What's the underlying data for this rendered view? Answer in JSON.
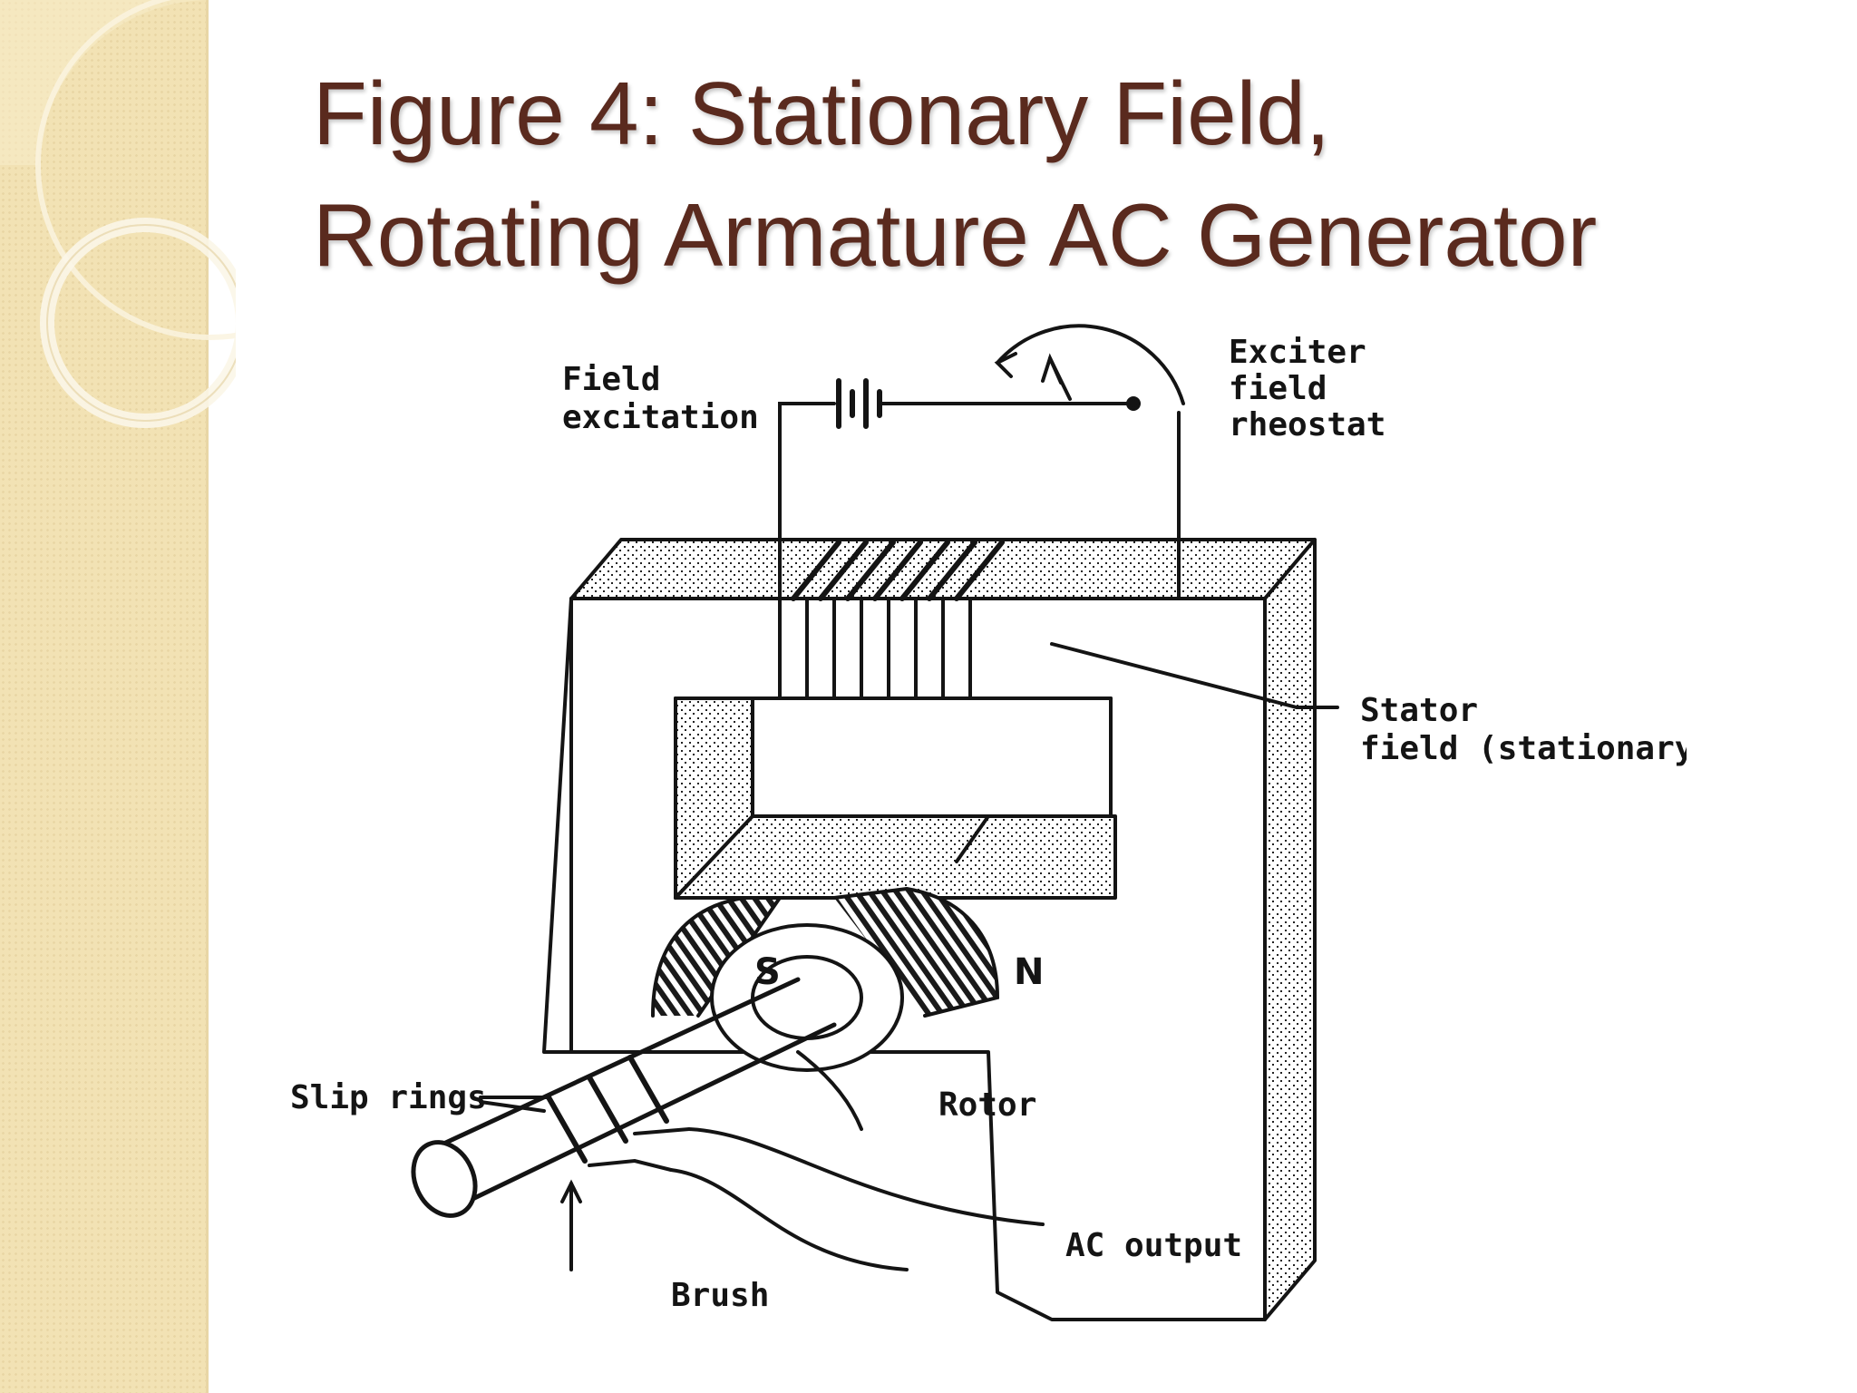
{
  "slide": {
    "title_line1": "Figure 4: Stationary Field,",
    "title_line2": "Rotating Armature AC Generator",
    "title_color": "#5a2a1e",
    "sidebar_color": "#f2e2b4"
  },
  "diagram": {
    "labels": {
      "field_excitation_1": "Field",
      "field_excitation_2": "excitation",
      "exciter_1": "Exciter",
      "exciter_2": "field",
      "exciter_3": "rheostat",
      "stator_1": "Stator",
      "stator_2": "field (stationary)",
      "pole_s": "S",
      "pole_n": "N",
      "slip_rings": "Slip rings",
      "rotor": "Rotor",
      "ac_output": "AC output",
      "brush": "Brush"
    }
  }
}
